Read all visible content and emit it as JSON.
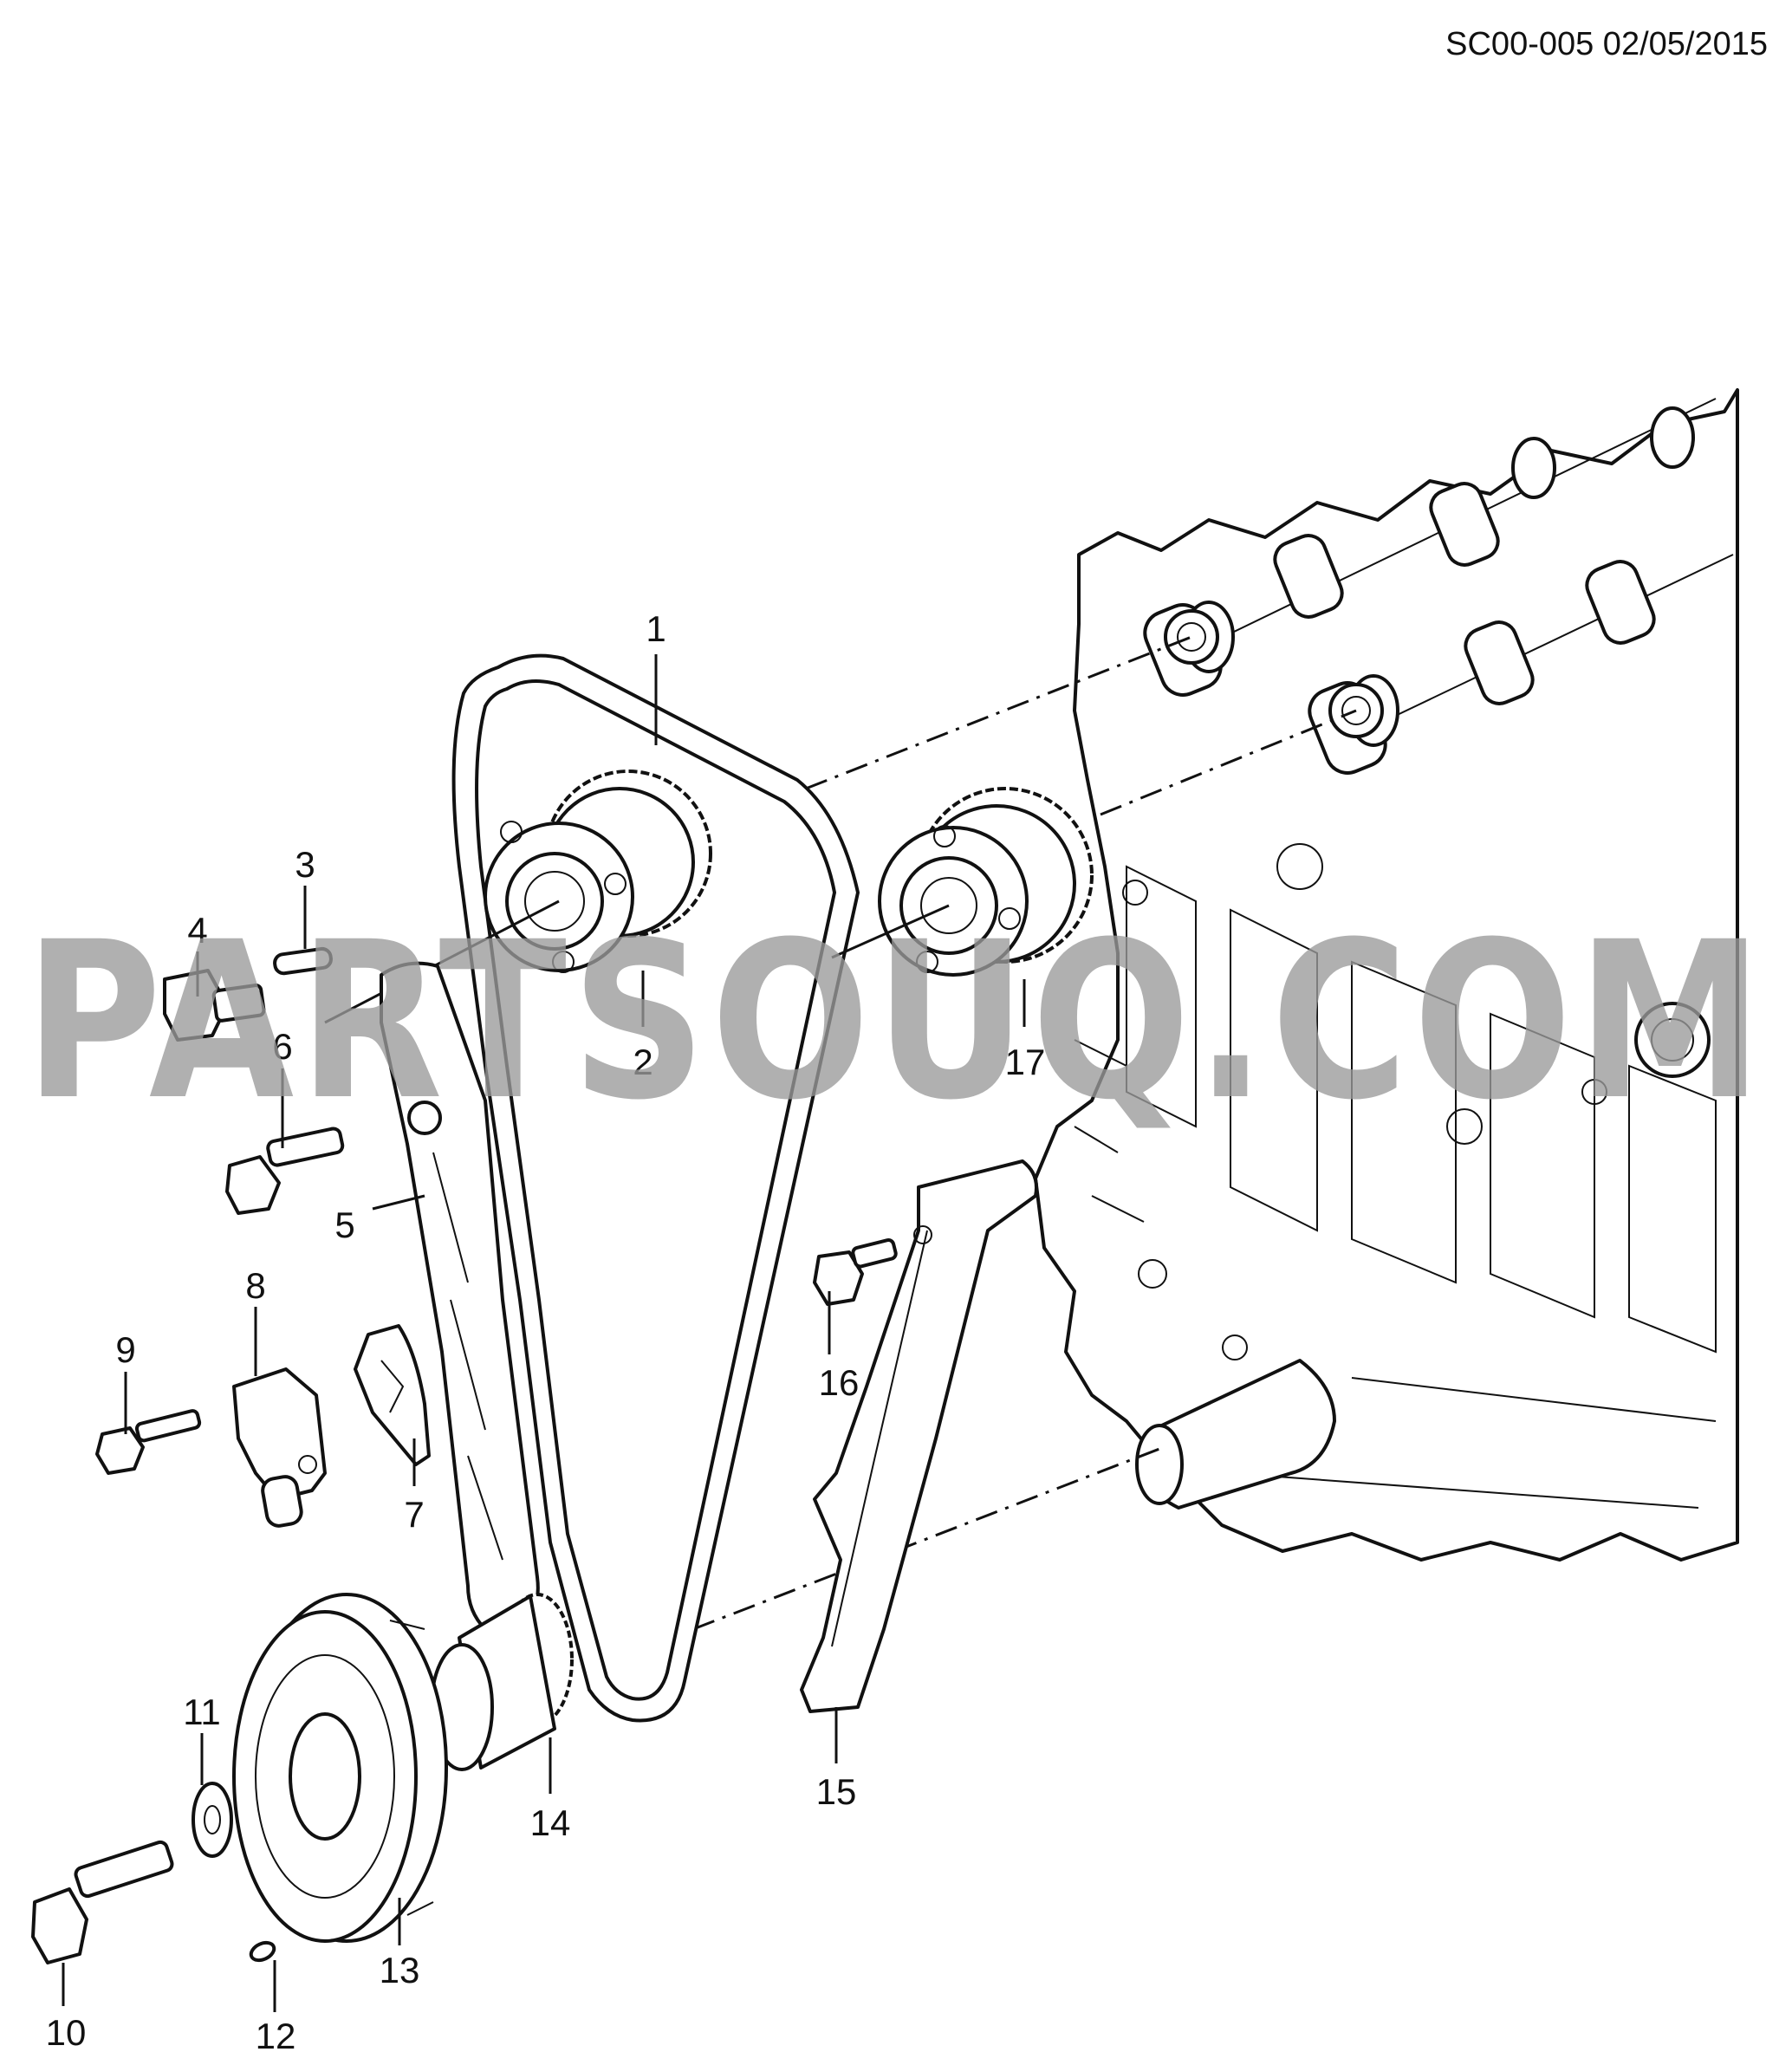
{
  "header": {
    "doc_code": "SC00-005 02/05/2015"
  },
  "watermark": "PARTSOUQ.COM",
  "callouts": [
    "1",
    "2",
    "3",
    "4",
    "5",
    "6",
    "7",
    "8",
    "9",
    "10",
    "11",
    "12",
    "13",
    "14",
    "15",
    "16",
    "17"
  ]
}
